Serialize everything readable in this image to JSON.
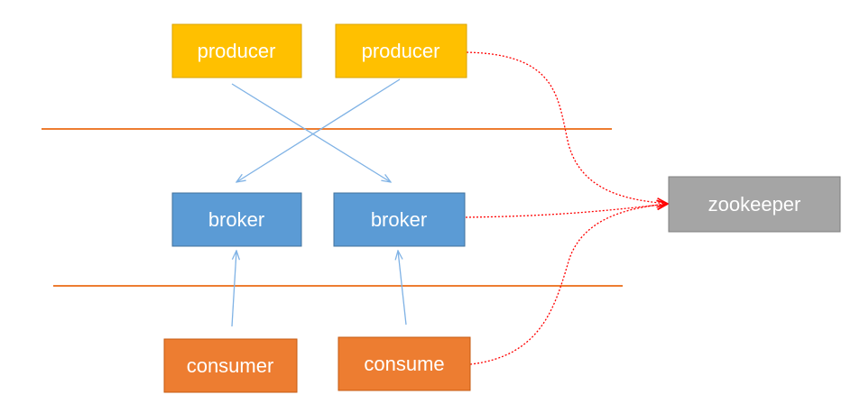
{
  "nodes": {
    "producer_1": "producer",
    "producer_2": "producer",
    "broker_1": "broker",
    "broker_2": "broker",
    "consumer_1": "consumer",
    "consumer_2": "consume",
    "zookeeper": "zookeeper"
  },
  "colors": {
    "producer": "#ffc000",
    "broker": "#5b9bd5",
    "consumer": "#ed7d31",
    "zookeeper": "#a5a5a5",
    "separator": "#ed7d31",
    "data_flow": "#7fb2e5",
    "zookeeper_link": "#ff0000"
  },
  "edges": [
    {
      "from": "producer_1",
      "to": "broker_2",
      "style": "solid"
    },
    {
      "from": "producer_2",
      "to": "broker_1",
      "style": "solid"
    },
    {
      "from": "consumer_1",
      "to": "broker_1",
      "style": "solid"
    },
    {
      "from": "consumer_2",
      "to": "broker_2",
      "style": "solid"
    },
    {
      "from": "producer_2",
      "to": "zookeeper",
      "style": "dotted"
    },
    {
      "from": "broker_2",
      "to": "zookeeper",
      "style": "dotted"
    },
    {
      "from": "consumer_2",
      "to": "zookeeper",
      "style": "dotted"
    }
  ]
}
